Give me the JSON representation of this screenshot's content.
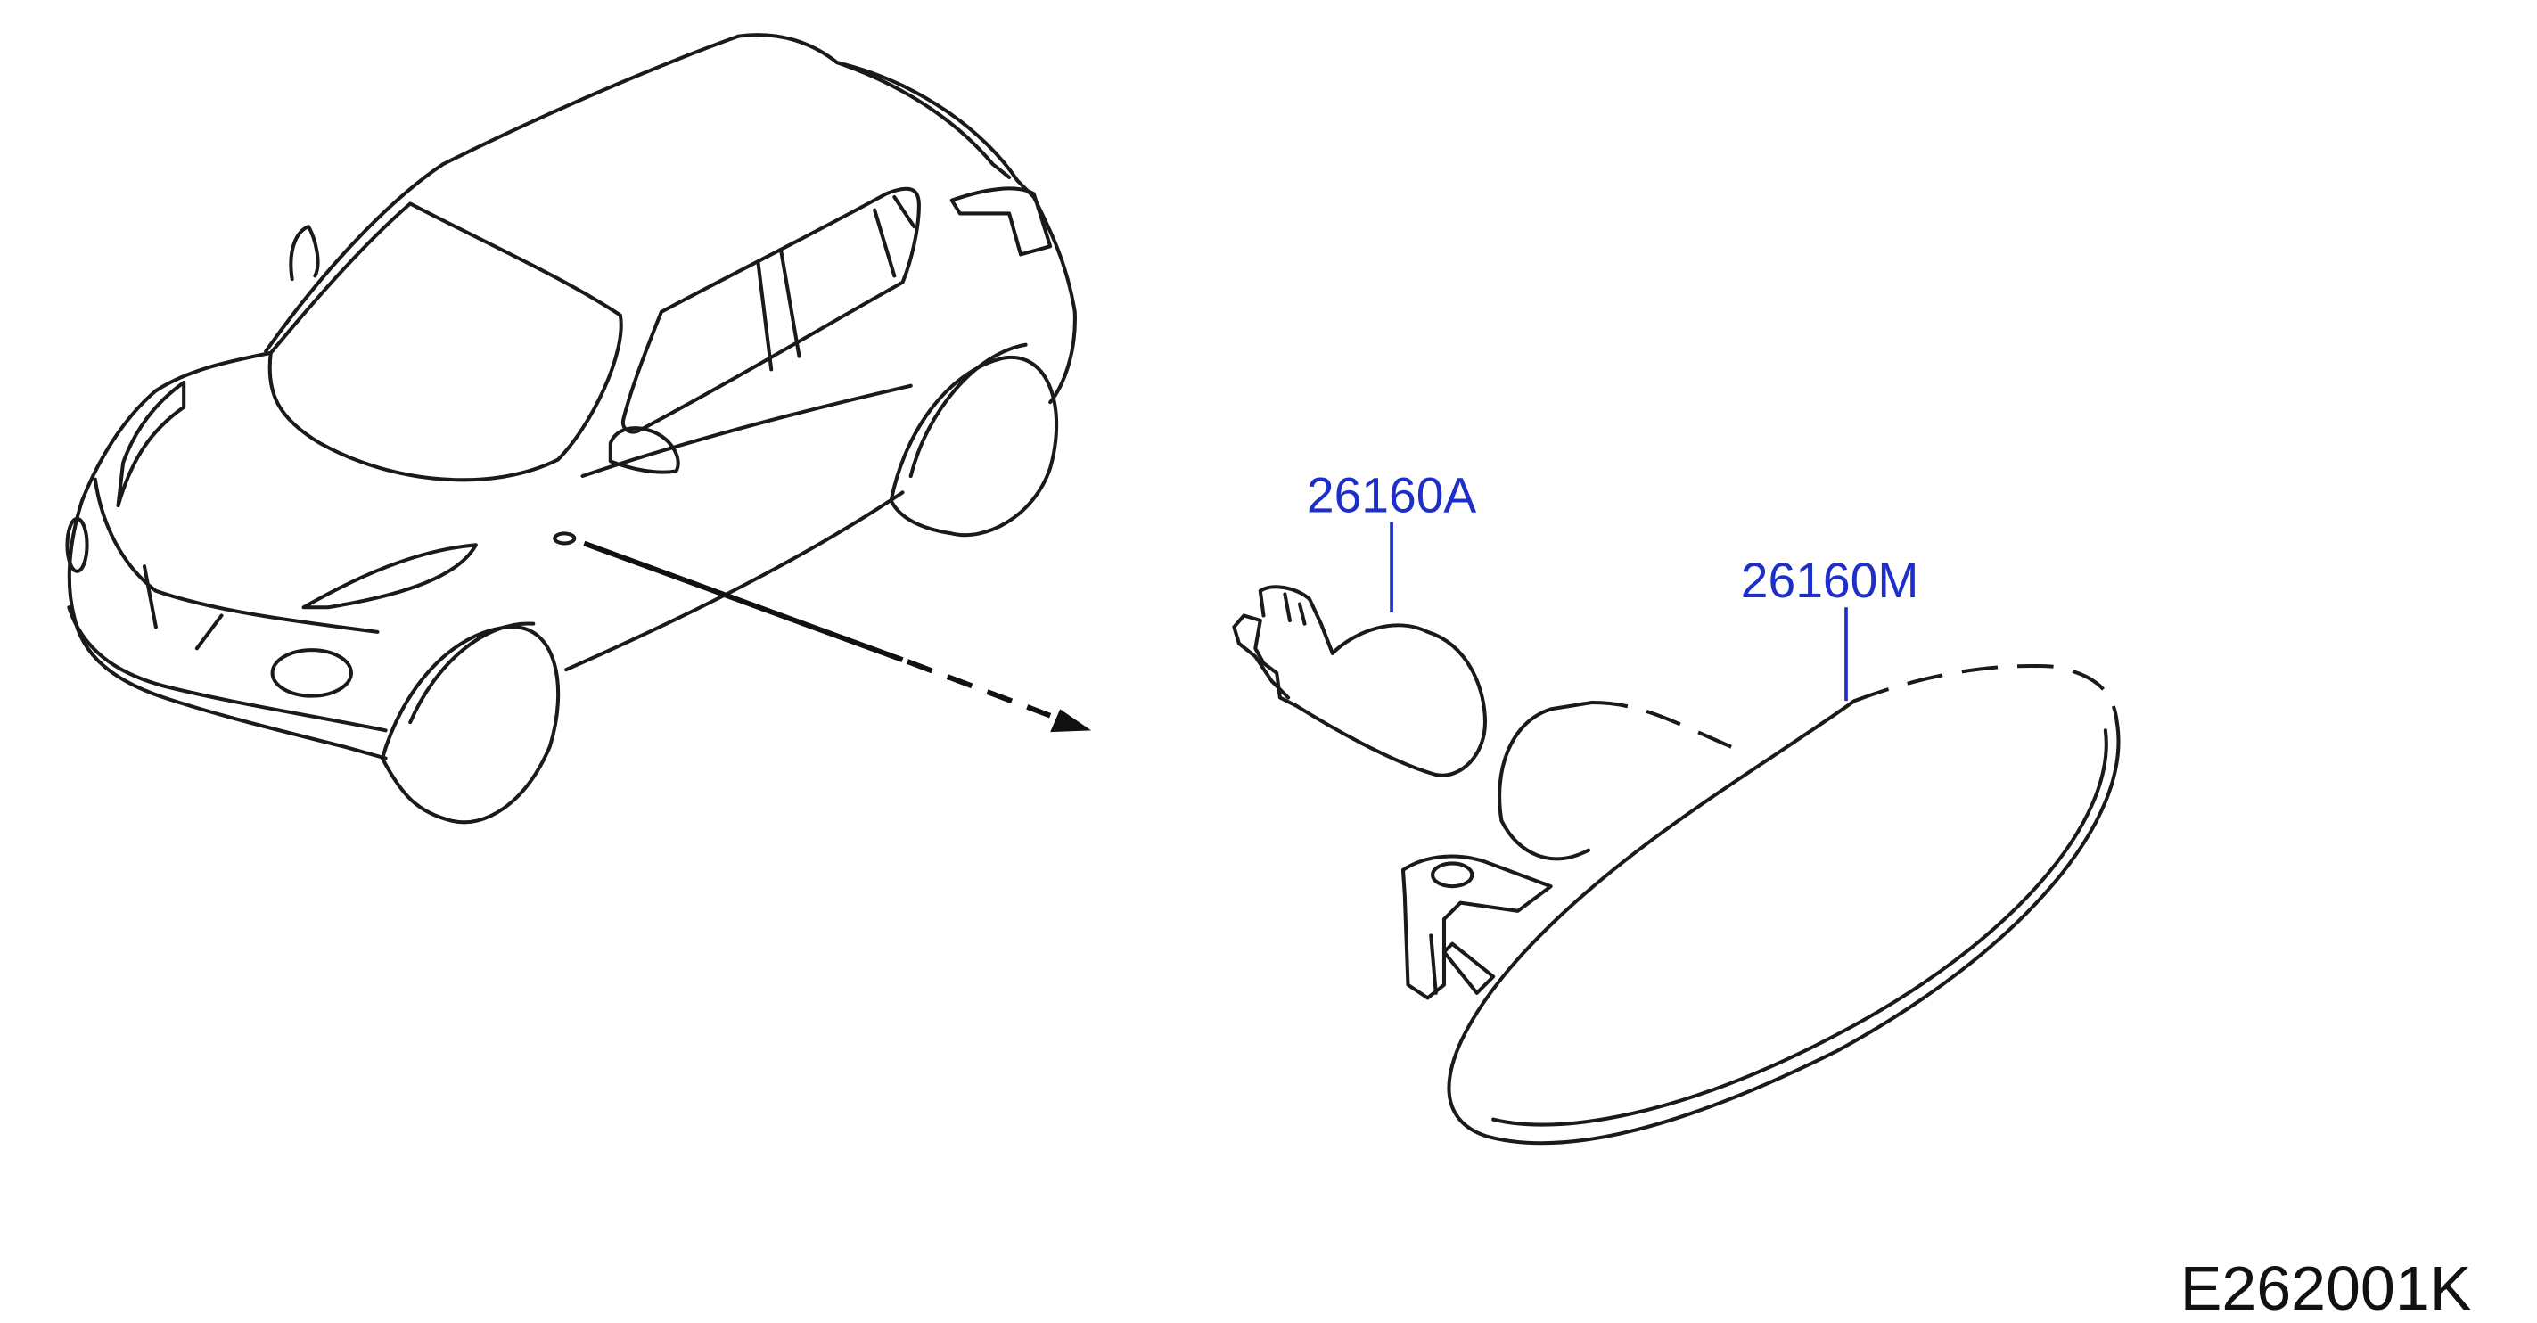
{
  "parts": [
    {
      "number": "26160A"
    },
    {
      "number": "26160M"
    }
  ],
  "diagram_code": "E262001K",
  "colors": {
    "label": "#1d2fc8",
    "line": "#1a1a1a",
    "background": "#ffffff"
  }
}
